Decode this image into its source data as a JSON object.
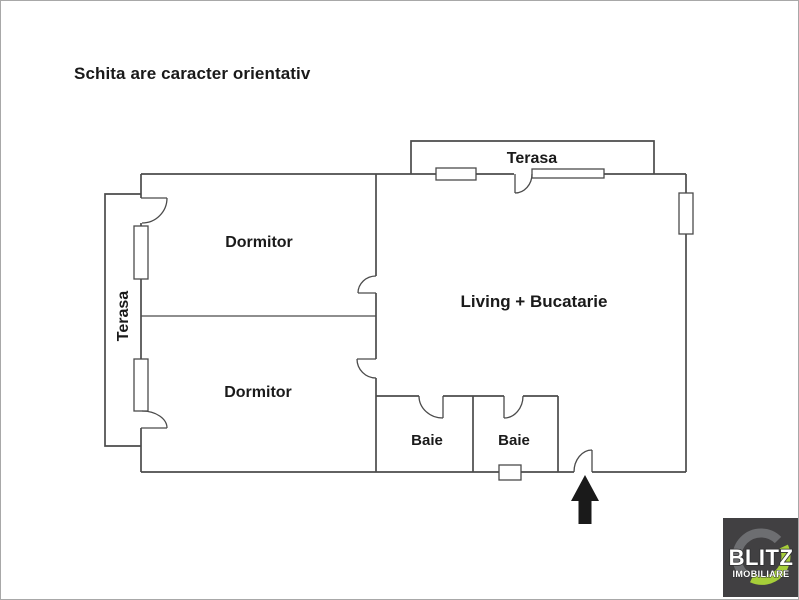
{
  "page": {
    "background": "#ffffff",
    "border_color": "#a8a8a8"
  },
  "title": "Schita are caracter orientativ",
  "floorplan": {
    "line_color": "#4b4b4b",
    "text_color": "#1a1a1a",
    "labels": {
      "terrace_top": "Terasa",
      "terrace_left": "Terasa",
      "bedroom_top": "Dormitor",
      "bedroom_bottom": "Dormitor",
      "living_kitchen": "Living + Bucatarie",
      "bath_left": "Baie",
      "bath_right": "Baie"
    },
    "entrance_arrow_color": "#1a1a1a"
  },
  "logo": {
    "brand": "BLITZ",
    "subtitle": "IMOBILIARE",
    "background": "#414042",
    "ring_gray": "#58595b",
    "ring_gray_light": "#808285",
    "ring_green": "#a6ce39",
    "text_color": "#ffffff"
  }
}
